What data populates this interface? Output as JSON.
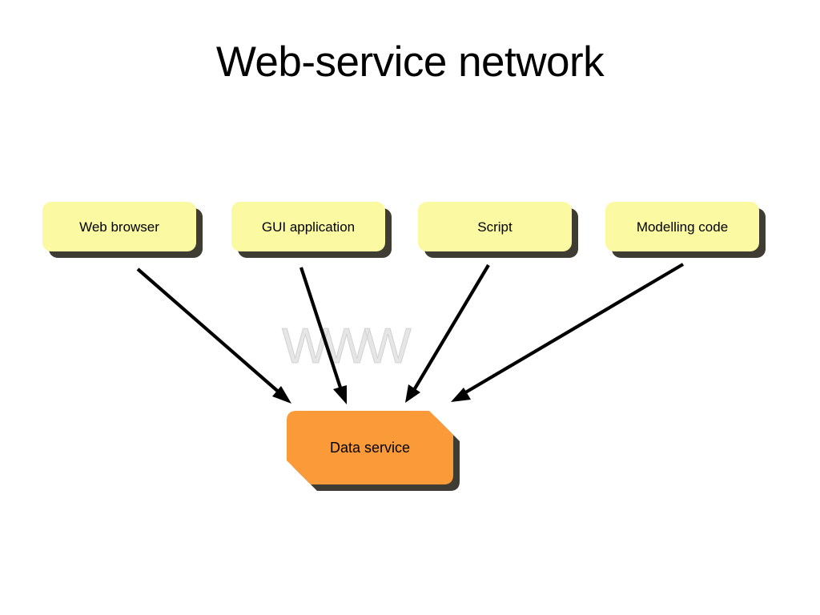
{
  "slide": {
    "title": "Web-service network",
    "background_color": "#ffffff"
  },
  "palette": {
    "client_box_fill": "#fbf9a1",
    "shadow_color": "#3f3d33",
    "service_fill": "#fb9a38",
    "www_fill": "#e6e6e6",
    "www_stroke": "#d2d2d2",
    "arrow_color": "#000000",
    "text_color": "#000000"
  },
  "clients": [
    {
      "id": "web-browser",
      "label": "Web browser"
    },
    {
      "id": "gui-application",
      "label": "GUI application"
    },
    {
      "id": "script",
      "label": "Script"
    },
    {
      "id": "modelling-code",
      "label": "Modelling code"
    }
  ],
  "network": {
    "label": "WWW"
  },
  "service": {
    "label": "Data service"
  },
  "connections": [
    {
      "from": "Web browser",
      "to": "Data service"
    },
    {
      "from": "GUI application",
      "to": "Data service"
    },
    {
      "from": "Script",
      "to": "Data service"
    },
    {
      "from": "Modelling code",
      "to": "Data service"
    }
  ]
}
